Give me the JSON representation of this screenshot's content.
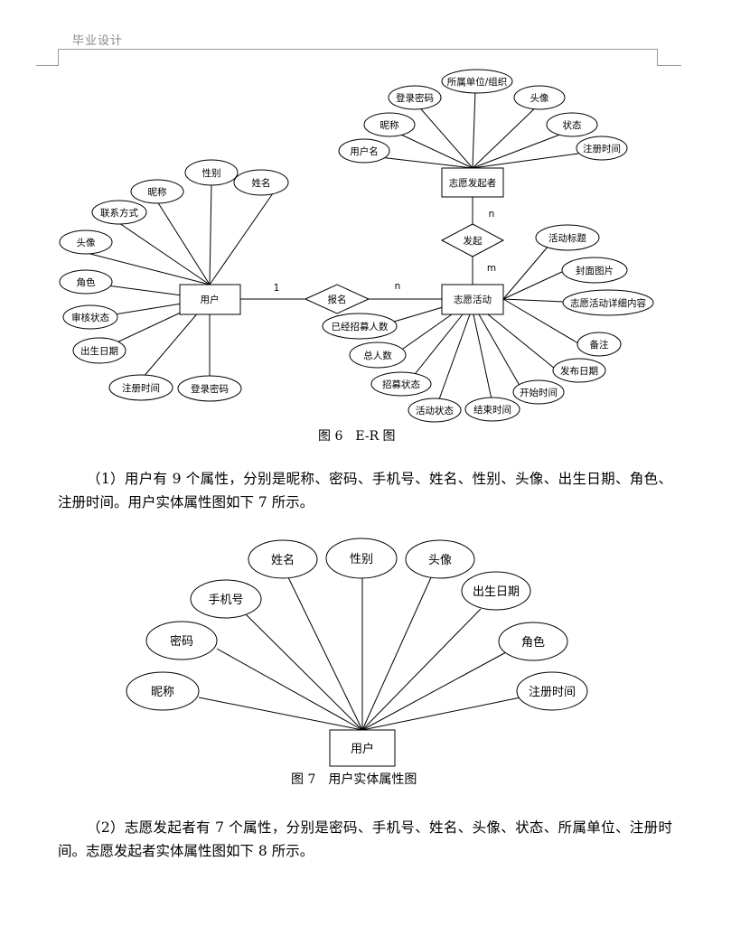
{
  "header": {
    "title": "毕业设计"
  },
  "er": {
    "user": {
      "entity": "用户",
      "attributes": [
        "姓名",
        "性别",
        "昵称",
        "联系方式",
        "头像",
        "角色",
        "审核状态",
        "出生日期",
        "注册时间",
        "登录密码"
      ]
    },
    "publisher": {
      "entity": "志愿发起者",
      "attributes": [
        "所属单位/组织",
        "登录密码",
        "头像",
        "昵称",
        "状态",
        "用户名",
        "注册时间"
      ]
    },
    "activity": {
      "entity": "志愿活动",
      "attributes": [
        "活动标题",
        "封面图片",
        "志愿活动详细内容",
        "备注",
        "发布日期",
        "开始时间",
        "结束时间",
        "活动状态",
        "招募状态",
        "总人数",
        "已经招募人数"
      ]
    },
    "relations": {
      "enroll": "报名",
      "launch": "发起"
    },
    "cardinality": {
      "user_enroll": "1",
      "enroll_activity": "n",
      "publisher_launch": "n",
      "launch_activity": "m"
    }
  },
  "captions": {
    "fig6": "图 6　E-R 图",
    "fig7": "图 7　用户实体属性图"
  },
  "user_attr": {
    "entity": "用户",
    "attributes": [
      "昵称",
      "密码",
      "手机号",
      "姓名",
      "性别",
      "头像",
      "出生日期",
      "角色",
      "注册时间"
    ]
  },
  "paragraphs": {
    "p1": "（1）用户有 9 个属性，分别是昵称、密码、手机号、姓名、性别、头像、出生日期、角色、注册时间。用户实体属性图如下 7 所示。",
    "p2": "（2）志愿发起者有 7 个属性，分别是密码、手机号、姓名、头像、状态、所属单位、注册时间。志愿发起者实体属性图如下 8 所示。"
  }
}
